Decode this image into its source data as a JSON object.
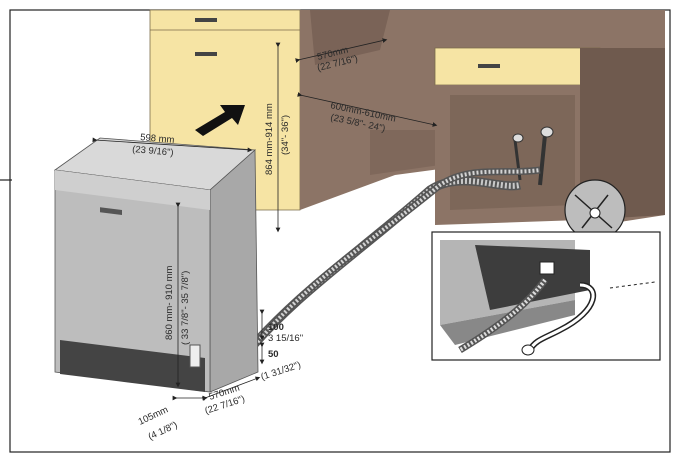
{
  "labels": {
    "w598": "598 mm",
    "w598_in": "(23 9/16\")",
    "d570_top": "570mm",
    "d570_top_in": "(22 7/16\")",
    "w600_610": "600mm-610mm",
    "w600_610_in": "(23 5/8\"- 24\")",
    "h864_914": "864 mm-914 mm",
    "h864_914_in": "(34\"- 36\")",
    "h860_910": "860 mm- 910 mm",
    "h860_910_in": "( 33 7/8\"- 35 7/8\")",
    "n100": "100",
    "n100_in": "3 15/16\"",
    "n50": "50",
    "n50_in": "(1 31/32\")",
    "d570_bot": "570mm",
    "d570_bot_in": "(22 7/16\")",
    "d105": "105mm",
    "d105_in": "(4 1/8\")"
  },
  "colors": {
    "cabinet_yellow": "#f6e4a4",
    "cabinet_brown": "#8c7466",
    "cabinet_brown_dark": "#6f5a4e",
    "appliance_grey": "#b9b9b9",
    "appliance_grey_light": "#d6d6d6",
    "frame": "#222222"
  },
  "icons": [
    "arrow-icon",
    "water-tap-icon",
    "hose-connector-icon"
  ]
}
